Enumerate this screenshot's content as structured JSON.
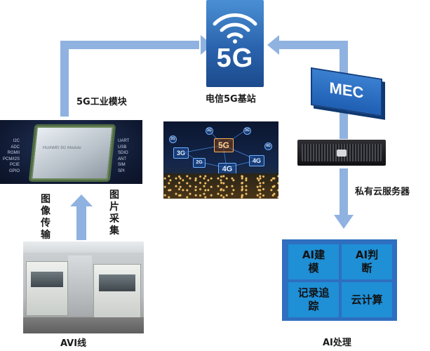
{
  "base_station": {
    "icon_text": "5G",
    "label": "电信5G基站"
  },
  "module": {
    "label": "5G工业模块",
    "chip_text": "HUAWEI 5G Module",
    "pins_left": [
      "I2C",
      "ADC",
      "RGMII",
      "PCM/I2S",
      "PCIE",
      "GPIO"
    ],
    "pins_right": [
      "UART",
      "USB",
      "SDIO",
      "ANT",
      "SIM",
      "SPI"
    ]
  },
  "scene": {
    "nodes": [
      "5G",
      "3G",
      "4G",
      "4G",
      "2G",
      "2G",
      "3G",
      "4G",
      "2G"
    ]
  },
  "mec": {
    "label": "MEC"
  },
  "server": {
    "label": "私有云服务器"
  },
  "avi": {
    "label": "AVI线"
  },
  "arrows": {
    "upload_label": "图像传输",
    "capture_label": "图片采集"
  },
  "ai": {
    "title": "AI处理",
    "cells": [
      "AI建模",
      "AI判断",
      "记录追踪",
      "云计算"
    ]
  }
}
